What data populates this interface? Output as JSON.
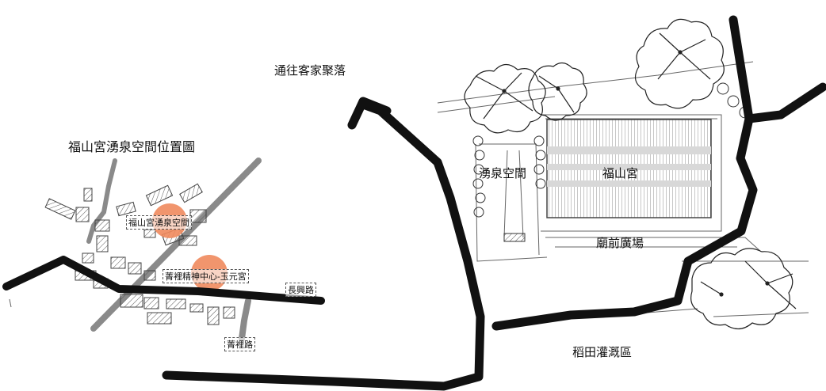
{
  "inset_map": {
    "title": "福山宮湧泉空間位置圖",
    "spring_label": "福山宮湧泉空間",
    "center_label": "菁裡精神中心-玉元宮",
    "road_changxing": "長興路",
    "road_jingli": "菁裡路"
  },
  "site_plan": {
    "to_hakka": "通往客家聚落",
    "spring_space": "湧泉空間",
    "temple": "福山宮",
    "plaza": "廟前廣場",
    "rice_field": "稻田灌溉區"
  },
  "colors": {
    "marker": "#f08a5d",
    "road_main": "#111111",
    "road_gray": "#8a8a8a",
    "building_fill": "#c9c9c9",
    "sketch": "#333333"
  }
}
